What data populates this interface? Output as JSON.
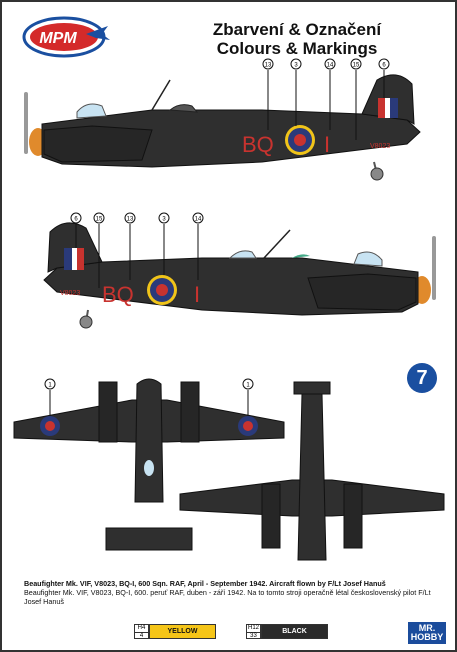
{
  "brand": {
    "logo_text": "MPM"
  },
  "title": {
    "line1": "Zbarvení & Označení",
    "line2": "Colours & Markings"
  },
  "scheme_number": "7",
  "markings": {
    "code_letters": "BQ",
    "individual_letter": "I",
    "serial": "V8023"
  },
  "callouts": {
    "top_side": [
      "13",
      "3",
      "14",
      "15",
      "6"
    ],
    "bottom_side": [
      "6",
      "15",
      "13",
      "3",
      "14"
    ],
    "top_view": [
      "1",
      "1"
    ]
  },
  "caption": {
    "en": "Beaufighter Mk. VIF, V8023, BQ-I, 600 Sqn. RAF, April - September 1942. Aircraft flown by F/Lt Josef Hanuš",
    "cz": "Beaufighter Mk. VIF, V8023, BQ-I, 600. peruť RAF, duben - září 1942. Na to tomto stroji operačně létal československý pilot F/Lt Josef Hanuš"
  },
  "paints": [
    {
      "code_top": "H4",
      "code_bottom": "4",
      "name": "YELLOW",
      "color": "#f5c518",
      "text_color": "#111111"
    },
    {
      "code_top": "H12",
      "code_bottom": "33",
      "name": "BLACK",
      "color": "#2b2b2b",
      "text_color": "#ffffff"
    }
  ],
  "publisher": {
    "line1": "MR.",
    "line2": "HOBBY"
  }
}
